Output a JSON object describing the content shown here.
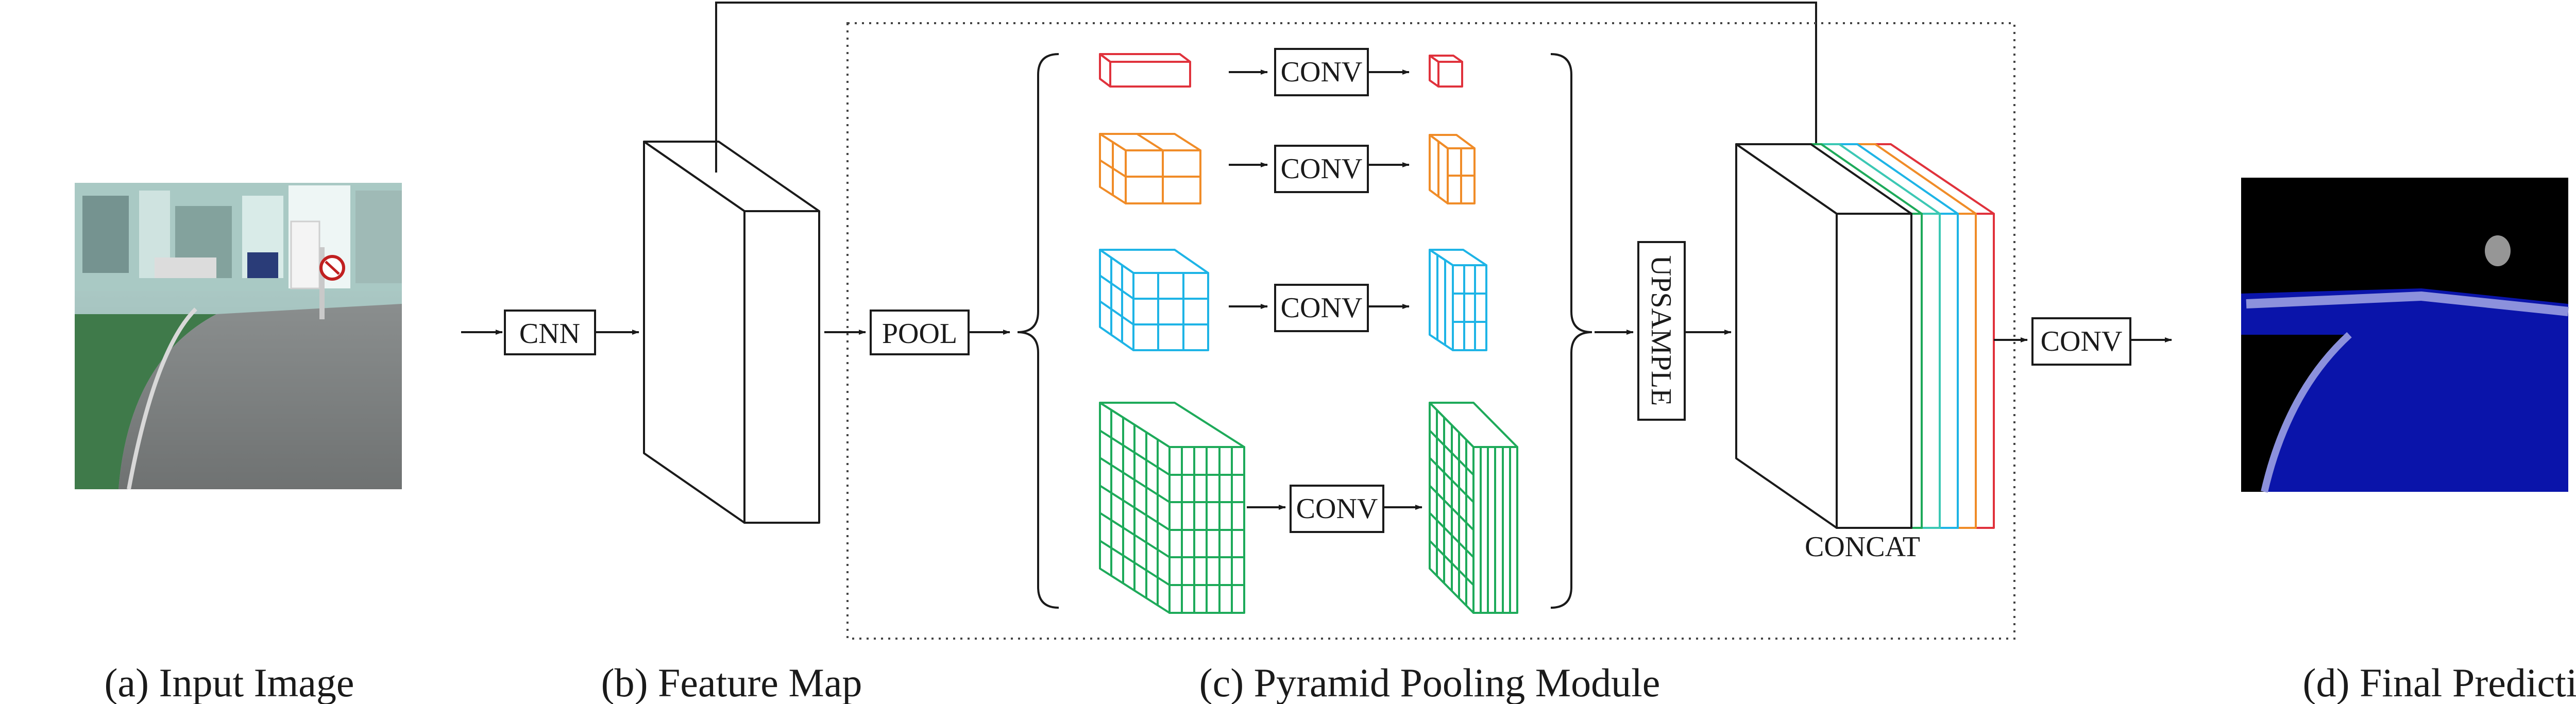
{
  "blocks": {
    "cnn": "CNN",
    "pool": "POOL",
    "conv": "CONV",
    "upsample": "UPSAMPLE",
    "concat": "CONCAT",
    "final_conv": "CONV"
  },
  "captions": {
    "input": "(a) Input Image",
    "feature": "(b) Feature Map",
    "ppm": "(c) Pyramid Pooling Module",
    "final": "(d) Final Prediction"
  },
  "colors": {
    "red": "#e0323c",
    "orange": "#f08c28",
    "cyan": "#1eb4e6",
    "green": "#1eaa5a",
    "teal": "#3cc8b4",
    "segmentation_blue": "#0a14aa",
    "segmentation_edge": "#8c91dc",
    "segmentation_gray": "#969696"
  }
}
